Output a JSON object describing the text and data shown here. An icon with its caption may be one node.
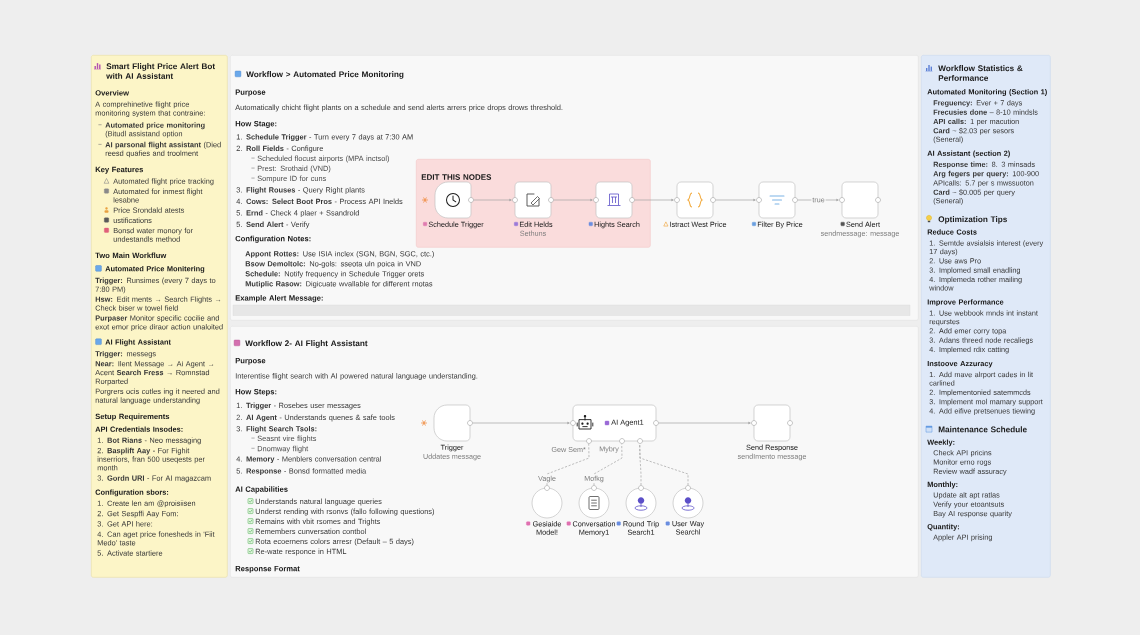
{
  "diagram": {
    "nodes": [
      {
        "text": [
          "Smart Flight Price Alert Bot with AI Assistant",
          "Overview",
          "A comprehinetive flight price monitoring system that contraine:",
          "**Automated price monitoring** (Bitudl assistand option",
          "**AI parsonal flight assistant** (Died reesd quafies and troolment",
          "Key Features",
          "Automated flight price tracking",
          "Automated for inmest flight lesabne",
          "Price Srondald atests",
          "ustifications",
          "Bonsd water monory for undestandls method",
          "Two Main Workfluw",
          "Automated Price Monitering",
          "**Trigger:** Runsimes (every 7 days to 7:80 PM)",
          "**Hsw:** Edit ments → Search Flights → Check biser w towel field",
          "**Purpaser** Monitor specific cocilie and exot emor price diraor action unaloited",
          "AI Flight Assistant",
          "**Trigger:** messegs",
          "**Near:** Ilent Message → Ai Agent → Acent **Search Fress** → Romnstad Rorparted",
          "Porgrers ocis cotles ing it neered and natural language understanding",
          "Setup Requirements",
          "API Credentials Insodes:",
          "1. **Bot Rians** - Neo messaging",
          "2. **Basplift Aay** - For Fighit inserriors, fran 500 useqests per month",
          "3. **Gordn URI** - For AI magazcam",
          "Configuration sbors:",
          "1. Create len am @proisiisen",
          "2. Get Sespffi Aay Fom:",
          "3. Get API here:",
          "4. Can aget price fonesheds in 'Fiit Medo' taste",
          "5. Activate startiere"
        ]
      },
      {
        "text": [
          "Workflow > Automated Price Monitoring",
          "Purpose",
          "Automatically chicht flight plants on a schedule and send alerts arrers price drops drows threshold.",
          "How Stage:",
          "1. **Schedule Trigger** - Turn every 7 days at 7:30 AM",
          "2. **Roll Fields** - Configure",
          "Scheduled flocust airports (MPA inctsol)",
          "Prest: Srothaid (VND)",
          "Sompure ID for cuns",
          "3. **Flight Rouses** - Query Right plants",
          "4. **Cows: Select Boot Pros** - Process API Inelds",
          "5. **Ernd** - Check 4 plaer + Ssandrold",
          "5. **Send Alert** - Verify",
          "Configuration Notes:",
          "**Appont Rottes:** Use ISIA inclex (SGN, BGN, SGC, ctc.)",
          "**Bsow Demoltolc:** No-gols: sseota uln poica in VND",
          "**Schedule:** Notify frequency in Schedule Trigger orets",
          "**Mutiplic Rasow:** Digicuate wvallable for different rnotas",
          "Example Alert Message:"
        ]
      },
      {
        "text": [
          "EDIT THIS NODES"
        ],
        "in": 1
      },
      {
        "text": [
          "Schedule Trigger"
        ],
        "in": 2
      },
      {
        "text": [
          "Edit Helds",
          "Sethuns"
        ],
        "in": 2
      },
      {
        "text": [
          "Hights Search"
        ],
        "in": 2
      },
      {
        "text": [
          "Istract West Price"
        ],
        "in": 1
      },
      {
        "text": [
          "Filter By Price"
        ],
        "in": 1
      },
      {
        "text": [
          "Send Alert",
          "sendmessage: message"
        ],
        "in": 1
      },
      {
        "text": [
          "Workflow 2- AI Flight Assistant",
          "Purpose",
          "Interentise flight search with AI powered natural language understanding.",
          "How Steps:",
          "1. **Trigger** - Rosebes user messages",
          "2. **AI Agent** - Understands quenes & safe tools",
          "3. **Flight Search Tsols:**",
          "Seasnt vire flights",
          "Dnomway flight",
          "4. **Memory** - Menblers conversation central",
          "5. **Response** - Bonsd formatted media",
          "AI Capabilities",
          "Understands natural language queries",
          "Underst rending with rsonvs (fallo following questions)",
          "Remains with vbit rsomes and Trights",
          "Remembers cunversation contbol",
          "Rota ecoernens colors arresr (Default – 5 days)",
          "Re-wate responce in HTML",
          "Response Format"
        ]
      },
      {
        "text": [
          "Trigger",
          "Uddates message"
        ],
        "in": 9
      },
      {
        "text": [
          "AI Agent1"
        ],
        "beside": [
          "Gew Sem*",
          "Mybry"
        ],
        "in": 9
      },
      {
        "text": [
          "Send Response",
          "sendImento message"
        ],
        "in": 9
      },
      {
        "text": [
          "Gesiaide Model!"
        ],
        "in": 9
      },
      {
        "text": [
          "Conversation Memory1"
        ],
        "in": 9
      },
      {
        "text": [
          "Round Trip Search1"
        ],
        "in": 9
      },
      {
        "text": [
          "User Way Searchl"
        ],
        "in": 9
      },
      {
        "text": [
          "Workflow Statistics & Performance",
          "Automated Monitoring (Section 1)",
          "**Freguency:** Ever + 7 days",
          "**Frecusies done** – 8-10 mindsls",
          "**API calls:** 1 per macution",
          "**Card** ~ $2.03 per sesors (Seneral)",
          "AI Assistant (section 2)",
          "**Response time:** 8. 3 minsads",
          "**Arg fegers per query:** 100-900",
          "APIcalls: 5.7 per s mwssuoton",
          "**Card** ~ $0.005 per query (Seneral)",
          "Optimization Tips",
          "Reduce Costs",
          "1. Semtde avsialsis interest (every 17 days)",
          "2. Use aws Pro",
          "3. Implomed small enadling",
          "4. Implemeda rother mailing window",
          "Improve Performance",
          "1. Use webbook mnds int instant requrstes",
          "2. Add emer corry topa",
          "3. Adans threed node recaliegs",
          "4. Implemed rdix catting",
          "Instoove Azzuracy",
          "1. Add mave alrport cades in lit carlined",
          "2. Implementonied satemmcds",
          "3. Implement mol mamary support",
          "4. Add eifive pretsenues tiewing",
          "Maintenance Schedule",
          "Weekly:",
          "Check API pricins",
          "Monitor erno rogs",
          "Review wadf assuracy",
          "Monthly:",
          "Update alt apt ratlas",
          "Verify your etoantsuts",
          "Bay AI response quarity",
          "Quantity:",
          "Appler API prising"
        ]
      }
    ],
    "edges": [
      {
        "from": 3,
        "to": 4,
        "arrow": "to"
      },
      {
        "from": 4,
        "to": 5,
        "arrow": "to"
      },
      {
        "from": 5,
        "to": 6,
        "arrow": "to"
      },
      {
        "from": 6,
        "to": 7,
        "arrow": "to"
      },
      {
        "from": 7,
        "to": 8,
        "arrow": "to",
        "label": "true"
      },
      {
        "from": 10,
        "to": 11,
        "arrow": "to"
      },
      {
        "from": 11,
        "to": 12,
        "arrow": "to"
      },
      {
        "from": 13,
        "to": 11,
        "arrow": "none",
        "style": "dashed",
        "label": "Vagle"
      },
      {
        "from": 14,
        "to": 11,
        "arrow": "none",
        "style": "dashed",
        "label": "Mofkg"
      },
      {
        "from": 15,
        "to": 11,
        "arrow": "none",
        "style": "dashed"
      },
      {
        "from": 16,
        "to": 11,
        "arrow": "none",
        "style": "dashed"
      }
    ]
  }
}
